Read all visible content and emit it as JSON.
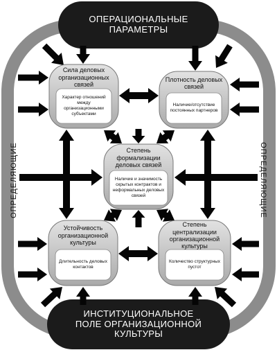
{
  "top_banner": {
    "line1": "ОПЕРАЦИОНАЛЬНЫЕ",
    "line2": "ПАРАМЕТРЫ"
  },
  "bottom_banner": {
    "line1": "ИНСТИТУЦИОНАЛЬНОЕ",
    "line2": "ПОЛЕ ОРГАНИЗАЦИОННОЙ",
    "line3": "КУЛЬТУРЫ"
  },
  "left_label": "ОПРЕДЕЛЯЮЩИЕ",
  "right_label": "ОПРЕДЕЛЯЮЩИЕ",
  "boxes": {
    "top_left": {
      "title": "Сила деловых организационных связей",
      "detail": "Характер отношений между организационными субъектами"
    },
    "top_right": {
      "title": "Плотность деловых связей",
      "detail": "Наличие/отсутствие постоянных партнеров"
    },
    "center": {
      "title": "Степень формализации деловых связей",
      "detail": "Наличие и значимость скрытых контрактов и неформальных деловых связей"
    },
    "bottom_left": {
      "title": "Устойчивость организационной культуры",
      "detail": "Длительность деловых контактов"
    },
    "bottom_right": {
      "title": "Степень централизации организационной культуры",
      "detail": "Количество структурных пустот"
    }
  },
  "colors": {
    "ring": "#8c8c8c",
    "banner": "#1b1b1b",
    "arrow": "#050505",
    "box": "#c9c9c9",
    "inner": "#ffffff"
  }
}
